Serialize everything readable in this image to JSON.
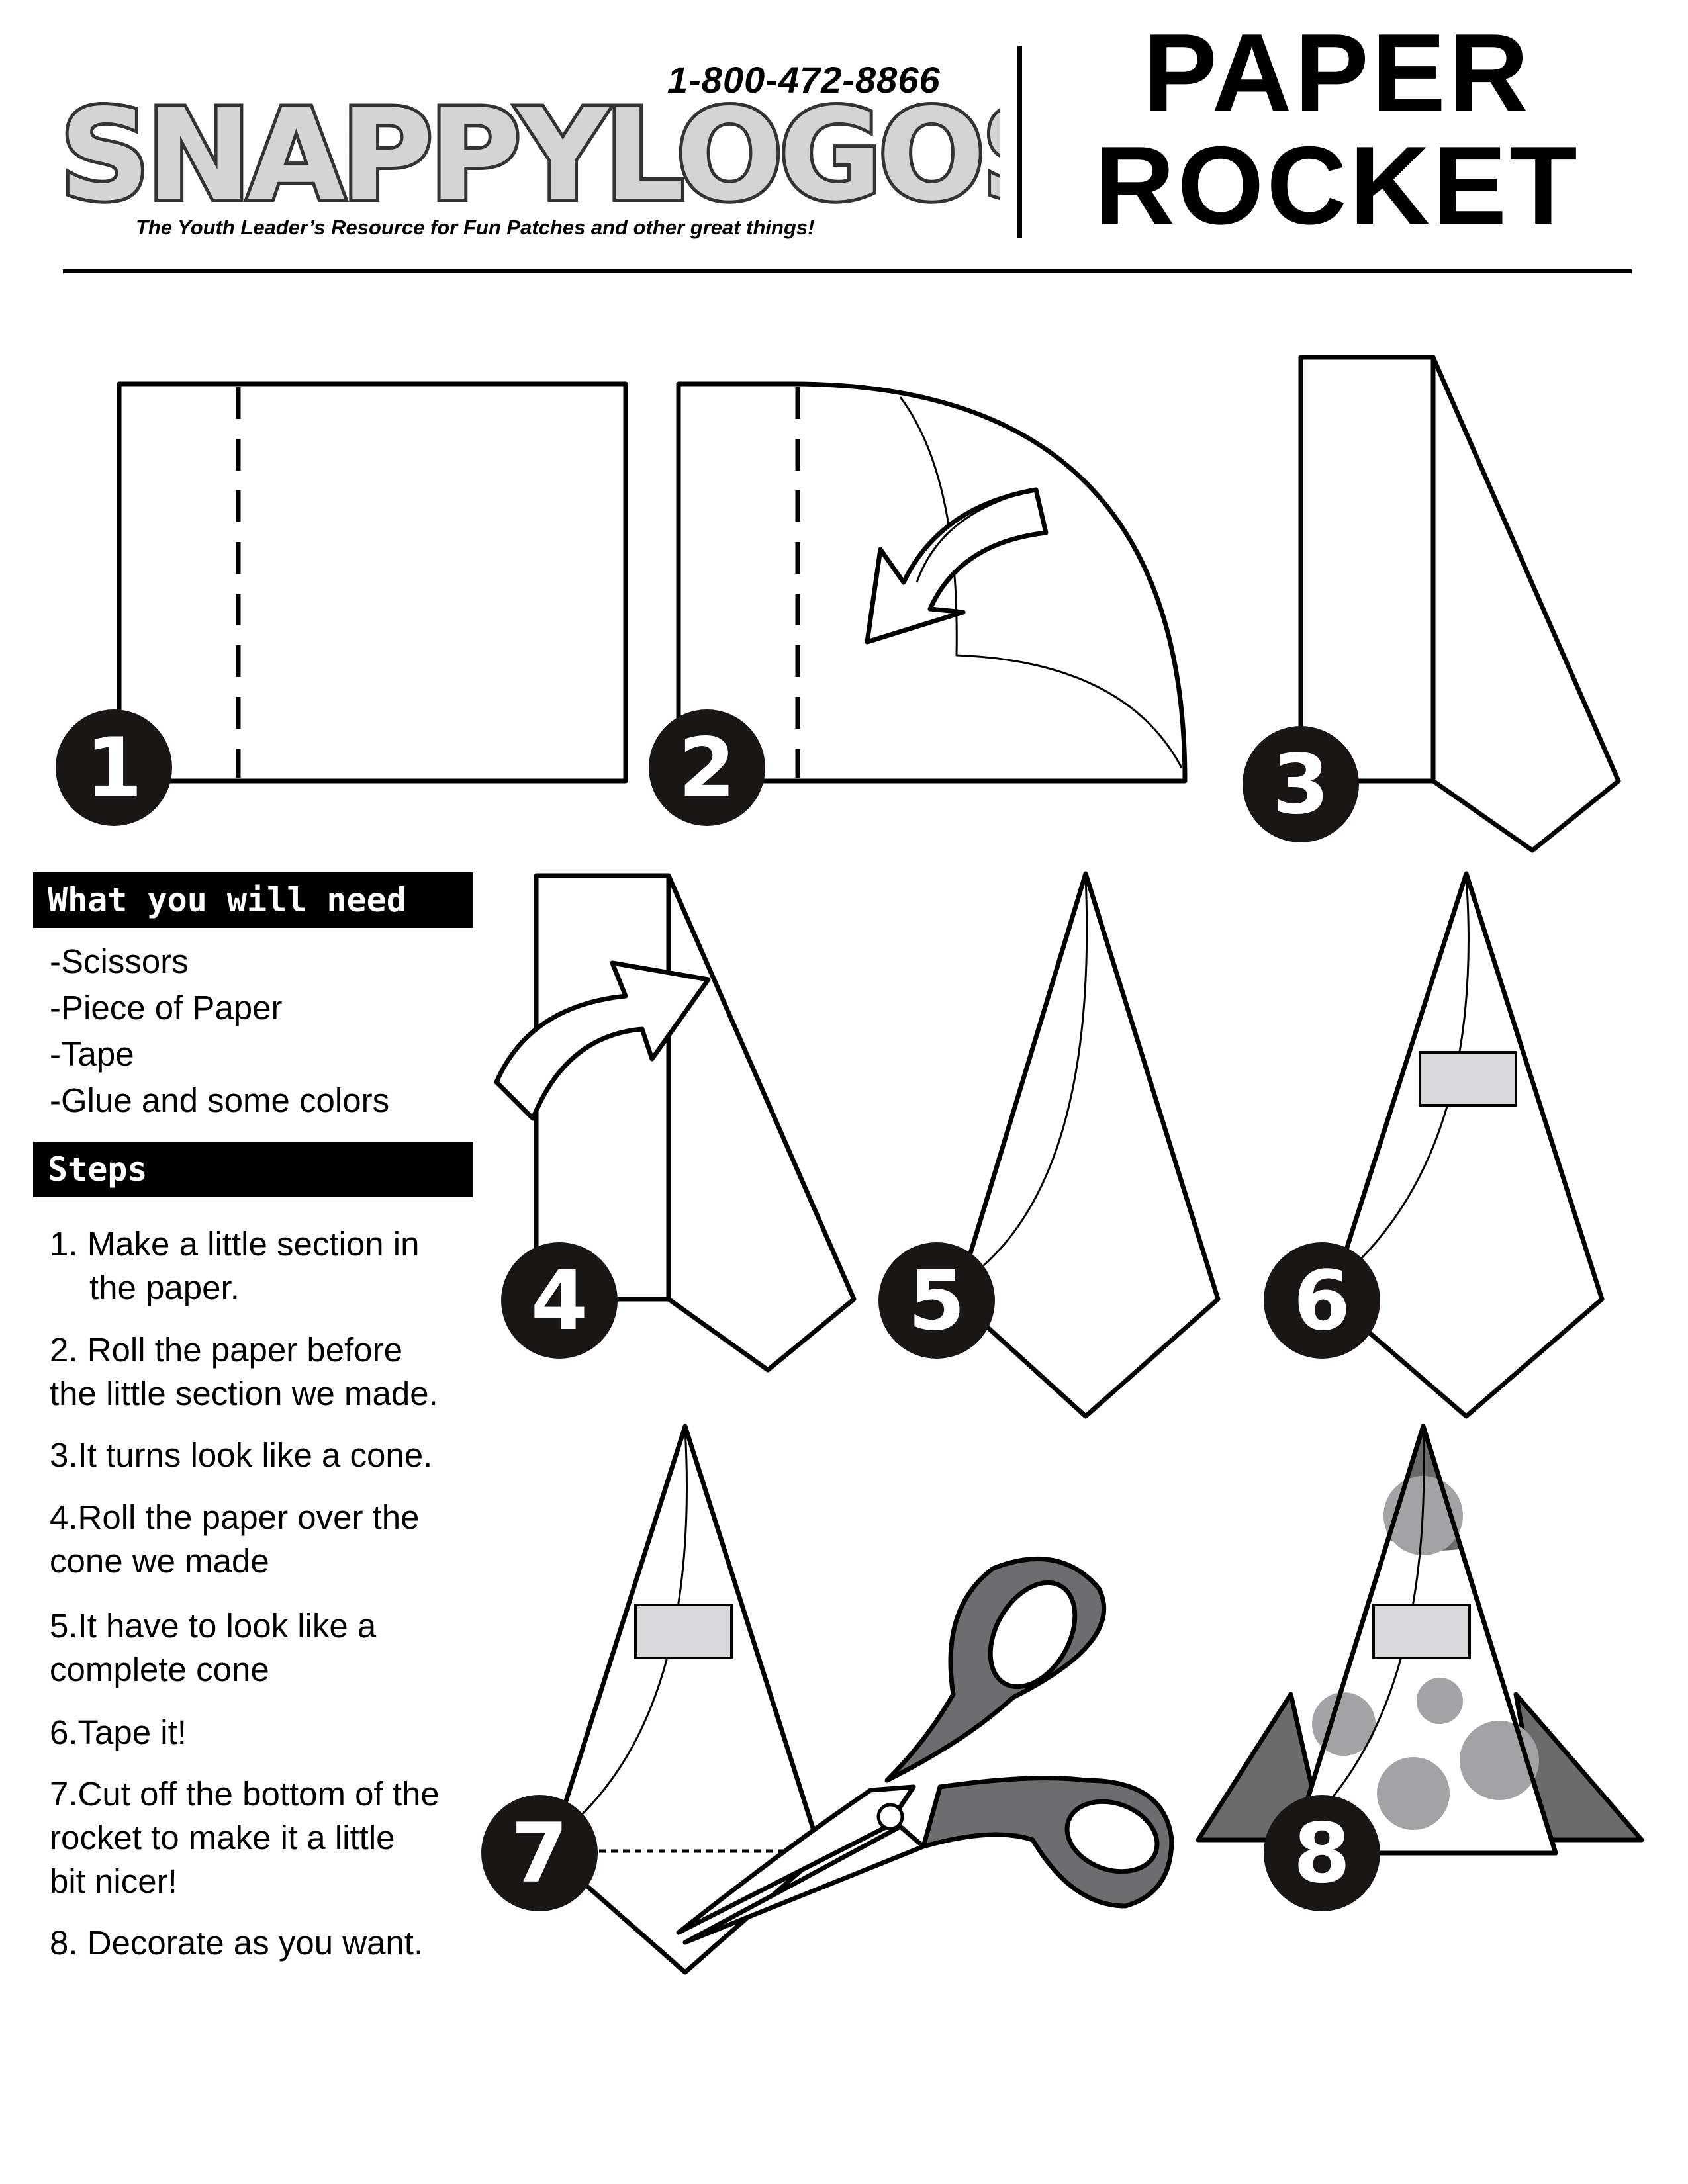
{
  "header": {
    "logo_text": "SNAPPYLOGOS",
    "phone": "1-800-472-8866",
    "tagline": "The Youth Leader’s Resource for Fun Patches and other great things!",
    "title_line1": "PAPER",
    "title_line2": "ROCKET"
  },
  "diagram_numbers": [
    "1",
    "2",
    "3",
    "4",
    "5",
    "6",
    "7",
    "8"
  ],
  "needs": {
    "heading": "What you will need",
    "items": [
      "-Scissors",
      "-Piece of Paper",
      "-Tape",
      "-Glue and some colors"
    ]
  },
  "steps": {
    "heading": "Steps",
    "items": [
      {
        "line1": "1. Make a little section in",
        "line2": "    the paper."
      },
      {
        "line1": "2. Roll the paper before",
        "line2": "the little section we made."
      },
      {
        "line1": "3.It turns look like a cone.",
        "line2": ""
      },
      {
        "line1": "4.Roll the paper over the",
        "line2": "cone we made"
      },
      {
        "line1": "5.It have to look like a",
        "line2": "complete cone"
      },
      {
        "line1": "6.Tape it!",
        "line2": ""
      },
      {
        "line1": "7.Cut off the bottom of the",
        "line2": "rocket to make it a little",
        "line3": "bit nicer!"
      },
      {
        "line1": "8. Decorate as you want.",
        "line2": ""
      }
    ]
  },
  "colors": {
    "ink": "#000000",
    "tape": "#d9d9db",
    "scissors": "#6d6d6f",
    "fin": "#6b6b6b",
    "dots": "#a3a3a5"
  }
}
